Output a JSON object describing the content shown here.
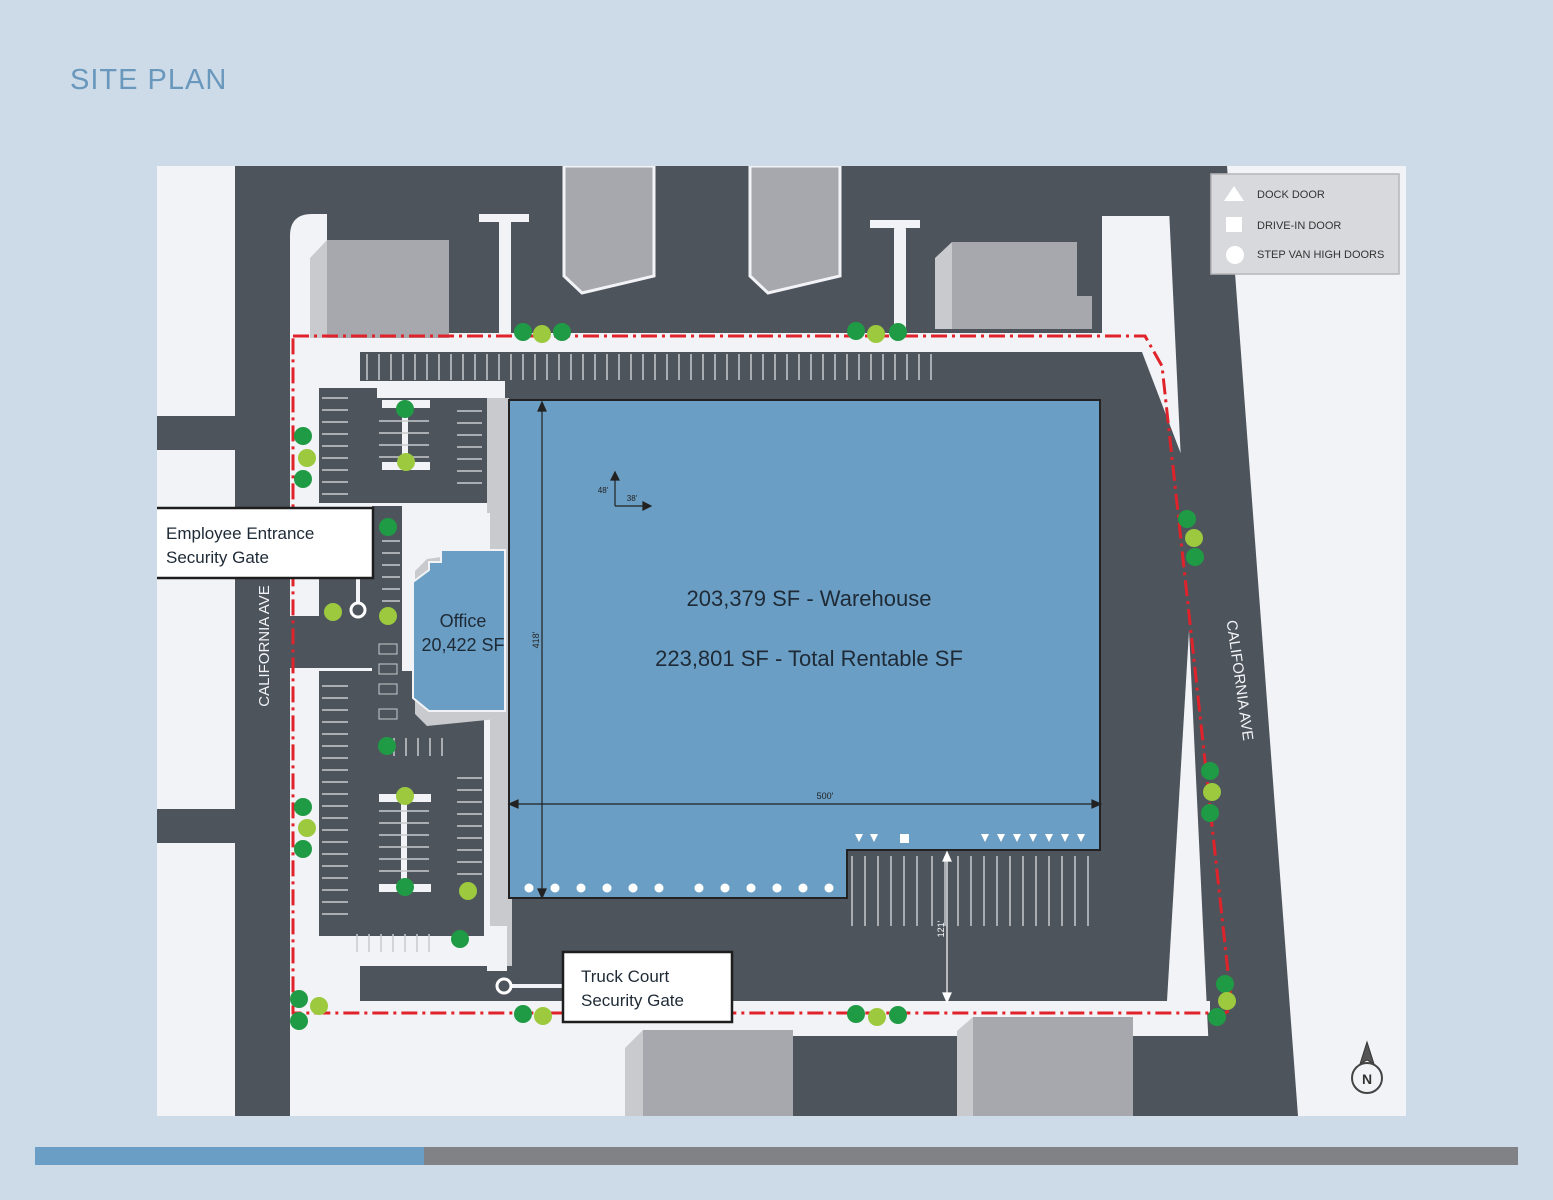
{
  "page_title": "SITE PLAN",
  "legend": {
    "dock_door": "DOCK DOOR",
    "drive_in_door": "DRIVE-IN DOOR",
    "step_van": "STEP VAN HIGH DOORS"
  },
  "warehouse": {
    "warehouse_sf": "203,379 SF - Warehouse",
    "total_sf": "223,801 SF - Total Rentable SF"
  },
  "office": {
    "label": "Office",
    "sf": "20,422 SF"
  },
  "callouts": {
    "employee_line1": "Employee Entrance",
    "employee_line2": "Security Gate",
    "truck_line1": "Truck Court",
    "truck_line2": "Security Gate"
  },
  "streets": {
    "west": "CALIFORNIA AVE",
    "east": "CALIFORNIA AVE"
  },
  "dimensions": {
    "height": "418'",
    "width": "500'",
    "truck_court": "121'",
    "column_y": "48'",
    "column_x": "38'"
  },
  "north_label": "N",
  "progress": {
    "fraction": 0.262
  },
  "colors": {
    "background": "#cddbe8",
    "road": "#4d545c",
    "building": "#6b9ec4",
    "neighbor": "#a7a8ad",
    "boundary": "#e0232b",
    "tree": "#1f9a45",
    "tree_light": "#9cc93d"
  }
}
